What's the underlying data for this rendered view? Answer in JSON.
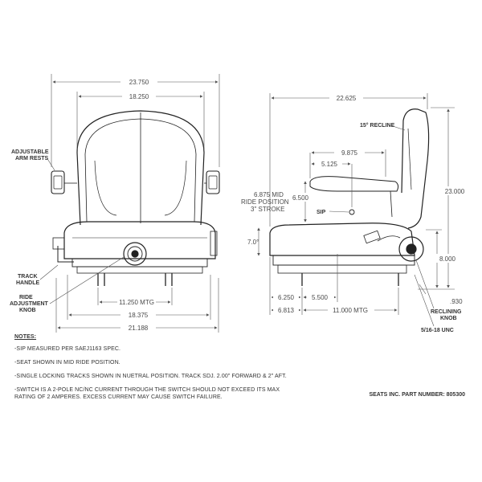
{
  "dimensions": {
    "front_overall_width": "23.750",
    "front_back_width": "18.250",
    "front_mount_spacing": "11.250 MTG",
    "front_width_2": "18.375",
    "front_width_3": "21.188",
    "side_overall_depth": "22.625",
    "armrest_depth": "9.875",
    "armrest_front": "5.125",
    "armrest_height": "6.500",
    "overall_height": "23.000",
    "seat_height": "8.000",
    "recline_angle": "15° RECLINE",
    "seat_angle": "7.0°",
    "ride_position": "6.875 MID RIDE POSITION 3\" STROKE",
    "front_to_mount": "6.250",
    "mount_to_pivot": "5.500",
    "front_to_mount_2": "6.813",
    "mount_spacing_side": "11.000 MTG",
    "slide_offset": ".930",
    "thread_spec": "5/16-18 UNC"
  },
  "labels": {
    "adjustable_arm_rests": "ADJUSTABLE ARM RESTS",
    "track_handle": "TRACK HANDLE",
    "ride_adjustment_knob": "RIDE ADJUSTMENT KNOB",
    "sip": "SIP",
    "reclining_knob": "RECLINING KNOB"
  },
  "notes": {
    "heading": "NOTES:",
    "items": [
      "-SIP MEASURED PER SAEJ1163 SPEC.",
      "-SEAT SHOWN IN MID RIDE POSITION.",
      "-SINGLE LOCKING TRACKS SHOWN IN NUETRAL POSITION. TRACK SDJ. 2.00\" FORWARD & 2\" AFT.",
      "-SWITCH IS A 2-POLE NC/NC CURRENT THROUGH THE SWITCH SHOULD NOT EXCEED ITS MAX\nRATING OF 2 AMPERES. EXCESS CURRENT MAY CAUSE SWITCH FAILURE."
    ]
  },
  "part_number": "SEATS INC. PART NUMBER: 805300"
}
